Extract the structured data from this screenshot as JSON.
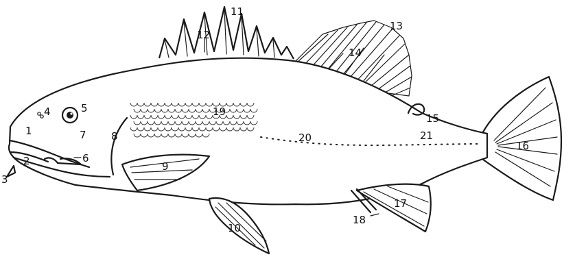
{
  "labels": [
    {
      "id": "mouth",
      "text": "1"
    },
    {
      "id": "lower-jaw",
      "text": "2"
    },
    {
      "id": "barbel",
      "text": "3"
    },
    {
      "id": "nostril",
      "text": "4"
    },
    {
      "id": "eye",
      "text": "5"
    },
    {
      "id": "maxillary",
      "text": "6"
    },
    {
      "id": "cheek",
      "text": "7"
    },
    {
      "id": "opercle",
      "text": "8"
    },
    {
      "id": "pectoral-fin",
      "text": "9"
    },
    {
      "id": "pelvic-fin",
      "text": "10"
    },
    {
      "id": "spinous-dorsal-tip",
      "text": "11"
    },
    {
      "id": "spinous-dorsal",
      "text": "12"
    },
    {
      "id": "soft-dorsal-tip",
      "text": "13"
    },
    {
      "id": "soft-dorsal",
      "text": "14"
    },
    {
      "id": "adipose-flap",
      "text": "15"
    },
    {
      "id": "caudal-fin",
      "text": "16"
    },
    {
      "id": "anal-fin",
      "text": "17"
    },
    {
      "id": "anal-spines",
      "text": "18"
    },
    {
      "id": "scales",
      "text": "19"
    },
    {
      "id": "lateral-line",
      "text": "20"
    },
    {
      "id": "caudal-peduncle",
      "text": "21"
    }
  ]
}
